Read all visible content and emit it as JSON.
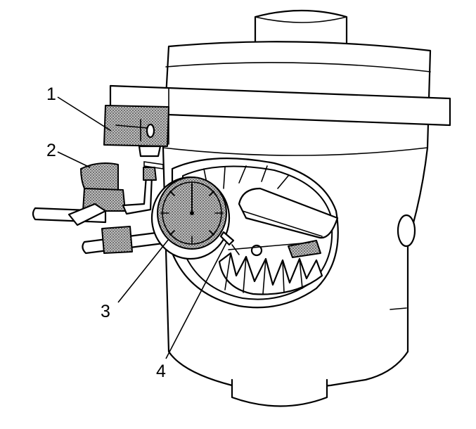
{
  "callouts": [
    {
      "id": "1",
      "text": "1"
    },
    {
      "id": "2",
      "text": "2"
    },
    {
      "id": "3",
      "text": "3"
    },
    {
      "id": "4",
      "text": "4"
    }
  ],
  "colors": {
    "line": "#000000",
    "background": "#ffffff",
    "stipple": "#808080"
  }
}
